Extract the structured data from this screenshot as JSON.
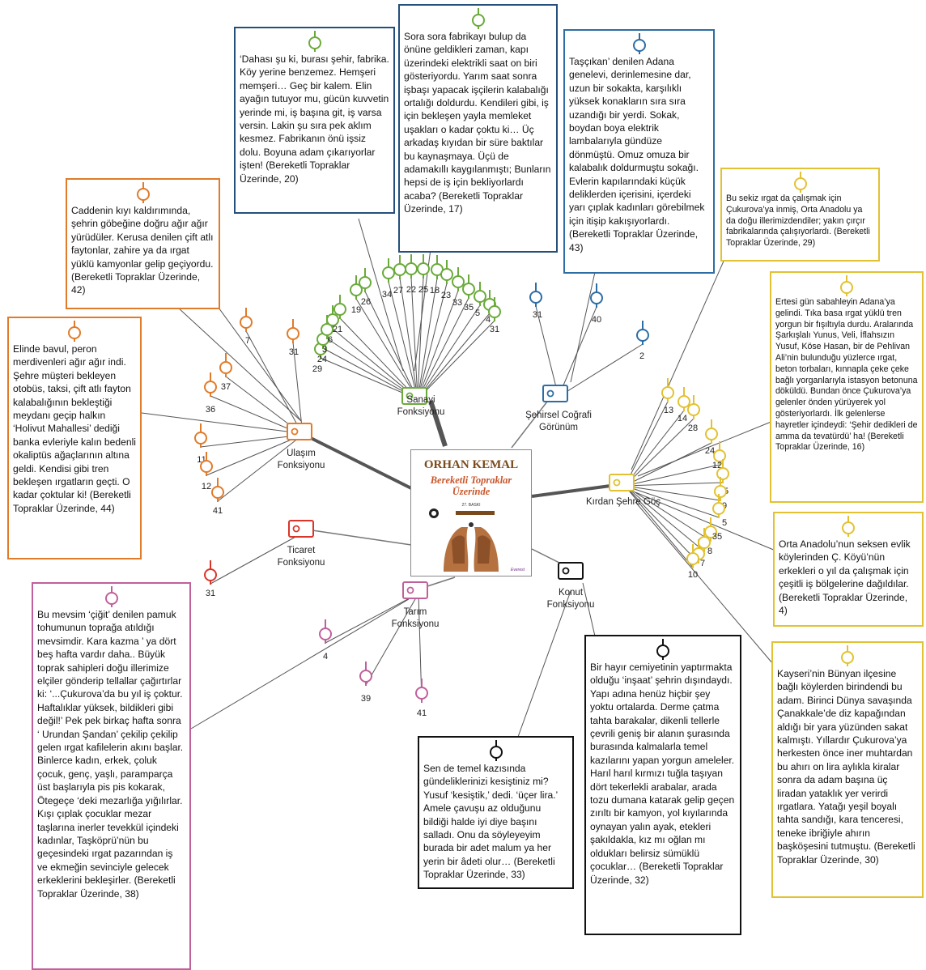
{
  "colors": {
    "sanayi": "#6aaa3a",
    "sehirsel": "#2e6da4",
    "ulasim": "#e07b2a",
    "ticaret": "#d9352b",
    "tarim": "#c0609b",
    "konut": "#111111",
    "goc": "#e2c232",
    "quote_sanayi": "#244f7a",
    "quote_sanayi2": "#2c4d73",
    "quote_ulasim": "#e07b2a",
    "quote_sehirsel": "#2e6da4",
    "quote_goc": "#e2c232",
    "quote_tarim": "#c0609b",
    "quote_konut": "#111111",
    "lines": "#555555"
  },
  "cover": {
    "author": "ORHAN KEMAL",
    "title": "Bereketli Topraklar Üzerinde",
    "subtitle": "27. BASKI",
    "publisher": "Everest"
  },
  "themes": [
    {
      "id": "sanayi",
      "label": [
        "Sanayi",
        "Fonksiyonu"
      ],
      "color_key": "sanayi",
      "pins": [
        "29",
        "24",
        "3",
        "6",
        "21",
        "19",
        "26",
        "34",
        "27",
        "22",
        "25",
        "18",
        "23",
        "33",
        "35",
        "5",
        "4",
        "31"
      ]
    },
    {
      "id": "sehirsel",
      "label": [
        "Şehirsel Coğrafi",
        "Görünüm"
      ],
      "color_key": "sehirsel",
      "pins": [
        "31",
        "40",
        "2"
      ]
    },
    {
      "id": "ulasim",
      "label": [
        "Ulaşım",
        "Fonksiyonu"
      ],
      "color_key": "ulasim",
      "pins": [
        "31",
        "7",
        "37",
        "36",
        "11",
        "12",
        "41"
      ]
    },
    {
      "id": "ticaret",
      "label": [
        "Ticaret",
        "Fonksiyonu"
      ],
      "color_key": "ticaret",
      "pins": [
        "31"
      ]
    },
    {
      "id": "tarim",
      "label": [
        "Tarım",
        "Fonksiyonu"
      ],
      "color_key": "tarim",
      "pins": [
        "4",
        "39",
        "41"
      ]
    },
    {
      "id": "konut",
      "label": [
        "Konut",
        "Fonksiyonu"
      ],
      "color_key": "konut",
      "pins": []
    },
    {
      "id": "goc",
      "label": [
        "Kırdan Şehre Göç"
      ],
      "color_key": "goc",
      "pins": [
        "13",
        "14",
        "28",
        "24",
        "12",
        "15",
        "9",
        "5",
        "35",
        "8",
        "7",
        "10"
      ]
    }
  ],
  "quotes": {
    "dahasi": "‘Dahası şu ki, burası şehir, fabrika. Köy yerine benzemez. Hemşeri memşeri… Geç bir kalem. Elin ayağın tutuyor mu, gücün kuvvetin yerinde mi, iş başına git, iş varsa versin. Lakin şu sıra pek aklım kesmez. Fabrikanın önü işsiz dolu. Boyuna adam çıkarıyorlar işten! (Bereketli Topraklar Üzerinde, 20)",
    "sora": "Sora sora fabrikayı bulup da önüne geldikleri zaman, kapı üzerindeki elektrikli saat on biri gösteriyordu. Yarım saat sonra işbaşı yapacak işçilerin kalabalığı ortalığı doldurdu. Kendileri gibi, iş için bekleşen yayla memleket uşakları o kadar çoktu ki… Üç arkadaş kıyıdan bir süre baktılar bu kaynaşmaya. Üçü de adamakıllı kaygılanmıştı; Bunların hepsi de iş için bekliyorlardı acaba? (Bereketli Topraklar Üzerinde, 17)",
    "tascikan": "Taşçıkan’ denilen Adana genelevi, derinlemesine dar, uzun bir sokakta, karşılıklı yüksek konakların sıra sıra uzandığı bir yerdi. Sokak, boydan boya elektrik lambalarıyla gündüze dönmüştü. Omuz omuza bir kalabalık doldurmuştu sokağı. Evlerin kapılarındaki küçük deliklerden içerisini, içerdeki yarı çıplak kadınları görebilmek için itişip kakışıyorlardı. (Bereketli Topraklar Üzerinde, 43)",
    "caddenin": "Caddenin kıyı kaldırımında, şehrin göbeğine doğru ağır ağır yürüdüler. Kerusa denilen çift atlı faytonlar, zahire ya da ırgat yüklü kamyonlar gelip geçiyordu. (Bereketli Topraklar Üzerinde, 42)",
    "elinde": "Elinde bavul, peron merdivenleri ağır ağır indi. Şehre müşteri bekleyen otobüs, taksi, çift atlı fayton kalabalığının bekleştiği meydanı geçip halkın ‘Holivut Mahallesi’ dediği banka evleriyle kalın bedenli okaliptüs ağaçlarının altına geldi. Kendisi gibi tren bekleşen ırgatların geçti. O kadar çoktular ki! (Bereketli Topraklar Üzerinde, 44)",
    "busekiz": "Bu sekiz ırgat da çalışmak için Çukurova’ya inmiş, Orta Anadolu ya da doğu illerimizdendiler; yakın çırçır fabrikalarında çalışıyorlardı. (Bereketli Topraklar Üzerinde, 29)",
    "ertesi": "Ertesi gün sabahleyin Adana’ya gelindi. Tıka basa ırgat yüklü tren yorgun bir fışıltıyla durdu. Aralarında Şarkışlalı Yunus, Veli, İflahsızın Yusuf, Köse Hasan, bir de Pehlivan Ali’nin bulunduğu yüzlerce ırgat, beton torbaları, kınnapla çeke çeke bağlı yorganlarıyla istasyon betonuna döküldü. Bundan önce Çukurova’ya gelenler önden yürüyerek yol gösteriyorlardı. İlk gelenlerse hayretler içindeydi: ‘Şehir dedikleri de amma da tevatürdü’ ha! (Bereketli Topraklar Üzerinde, 16)",
    "ortaanadolu": "Orta Anadolu’nun seksen evlik köylerinden Ç. Köyü’nün erkekleri o yıl da çalışmak için çeşitli iş bölgelerine dağıldılar. (Bereketli Topraklar Üzerinde, 4)",
    "kayseri": "Kayseri’nin Bünyan ilçesine bağlı köylerden birindendi bu adam. Birinci Dünya savaşında Çanakkale’de diz kapağından aldığı bir yara yüzünden sakat kalmıştı. Yıllardır Çukurova’ya herkesten önce iner muhtardan bu ahırı on lira aylıkla kiralar sonra da adam başına üç liradan yataklık yer verirdi ırgatlara. Yatağı yeşil boyalı tahta sandığı, kara tenceresi, teneke ibriğiyle ahırın başköşesini tutmuştu. (Bereketli Topraklar Üzerinde, 30)",
    "buhayir": "Bir hayır cemiyetinin yaptırmakta olduğu ‘inşaat’ şehrin dışındaydı. Yapı adına henüz hiçbir şey yoktu ortalarda. Derme çatma tahta barakalar, dikenli tellerle çevrili geniş bir alanın şurasında burasında kalmalarla temel kazılarını yapan yorgun ameleler. Harıl harıl kırmızı tuğla taşıyan dört tekerlekli arabalar, arada tozu dumana katarak gelip geçen zırıltı bir kamyon, yol kıyılarında oynayan yalın ayak, etekleri şakıldakla, kız mı oğlan mı oldukları belirsiz sümüklü çocuklar… (Bereketli Topraklar Üzerinde, 32)",
    "sendetemel": "Sen de temel kazısında gündeliklerinizi kesiştiniz mi? Yusuf ‘kesiştik,’ dedi. ‘üçer lira.’ Amele çavuşu az olduğunu bildiği halde iyi diye başını salladı. Onu da söyleyeyim burada bir adet malum ya her yerin bir âdeti olur… (Bereketli Topraklar Üzerinde, 33)",
    "bumevsim": "Bu mevsim ‘çiğit’ denilen pamuk tohumunun toprağa atıldığı mevsimdir. Kara kazma ’ ya dört beş hafta vardır daha.. Büyük toprak sahipleri doğu illerimize elçiler gönderip tellallar çağırtırlar ki: ‘...Çukurova’da bu yıl iş çoktur. Haftalıklar yüksek, bildikleri gibi değil!’ Pek pek birkaç hafta sonra ‘ Urundan Şandan’ çekilip çekilip gelen ırgat kafilelerin akını başlar. Binlerce kadın, erkek, çoluk çocuk, genç, yaşlı, paramparça üst başlarıyla pis pis kokarak, Ötegeçe ‘deki mezarlığa yığılırlar. Kışı çıplak çocuklar mezar taşlarına inerler tevekkül içindeki kadınlar, Taşköprü’nün bu geçesindeki ırgat pazarından iş ve ekmeğin sevinciyle gelecek erkeklerini bekleşirler. (Bereketli Topraklar Üzerinde, 38)"
  }
}
